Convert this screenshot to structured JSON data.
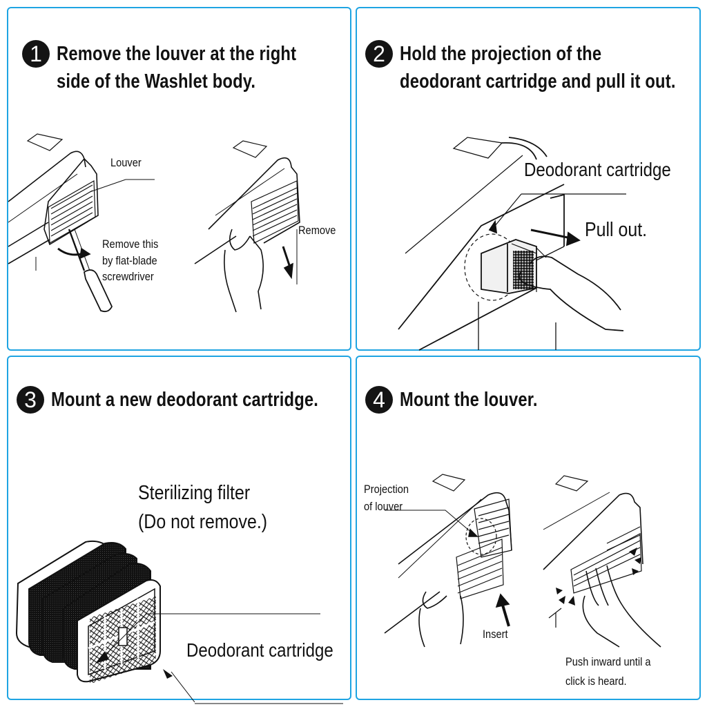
{
  "colors": {
    "panel_border": "#1ea4e2",
    "badge": "#141414",
    "ink": "#111111"
  },
  "steps": [
    {
      "number": "1",
      "title_line1": "Remove the louver at the right",
      "title_line2": "side of the Washlet body.",
      "labels": {
        "louver": "Louver",
        "remove_this_1": "Remove this",
        "remove_this_2": "by flat-blade",
        "remove_this_3": "screwdriver",
        "remove": "Remove"
      }
    },
    {
      "number": "2",
      "title_line1": "Hold the projection of the",
      "title_line2": "deodorant cartridge and pull it out.",
      "labels": {
        "deodorant_cartridge": "Deodorant cartridge",
        "pull_out": "Pull out."
      }
    },
    {
      "number": "3",
      "title_line1": "Mount a new deodorant cartridge.",
      "labels": {
        "sterilizing_1": "Sterilizing filter",
        "sterilizing_2": "(Do not remove.)",
        "deodorant_cartridge": "Deodorant cartridge"
      }
    },
    {
      "number": "4",
      "title_line1": "Mount the louver.",
      "labels": {
        "projection_1": "Projection",
        "projection_2": "of louver",
        "insert": "Insert",
        "push_1": "Push inward until a",
        "push_2": "click is heard."
      }
    }
  ]
}
